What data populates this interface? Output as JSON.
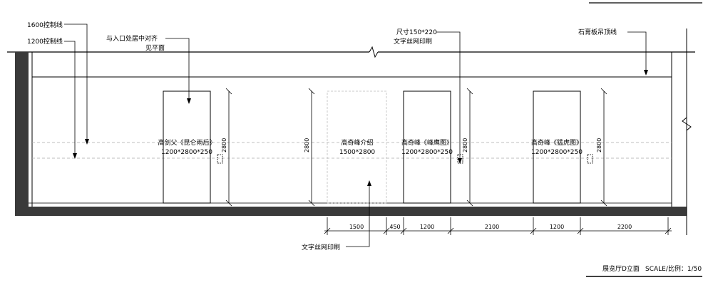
{
  "drawing": {
    "title": "展览厅D立面",
    "scale": "SCALE/比例：1/50"
  },
  "annotations": {
    "control_1600": "1600控制线",
    "control_1200": "1200控制线",
    "align_line1": "与入口处居中对齐",
    "align_line2": "见平面",
    "size_line1": "尺寸150*220",
    "size_line2": "文字丝网印刷",
    "ceiling": "石膏板吊顶线",
    "print_bottom": "文字丝网印刷"
  },
  "panels": [
    {
      "title": "高剑父《昆仑雨后》",
      "size": "1200*2800*250"
    },
    {
      "title": "高奇峰介绍",
      "size": "1500*2800"
    },
    {
      "title": "高奇峰《峰鹰图》",
      "size": "1200*2800*250"
    },
    {
      "title": "高奇峰《猛虎图》",
      "size": "1200*2800*250"
    }
  ],
  "heights": [
    "2800",
    "2800",
    "2800",
    "2800"
  ],
  "bottom_dims": [
    "1500",
    "450",
    "1200",
    "2100",
    "1200",
    "2200"
  ]
}
